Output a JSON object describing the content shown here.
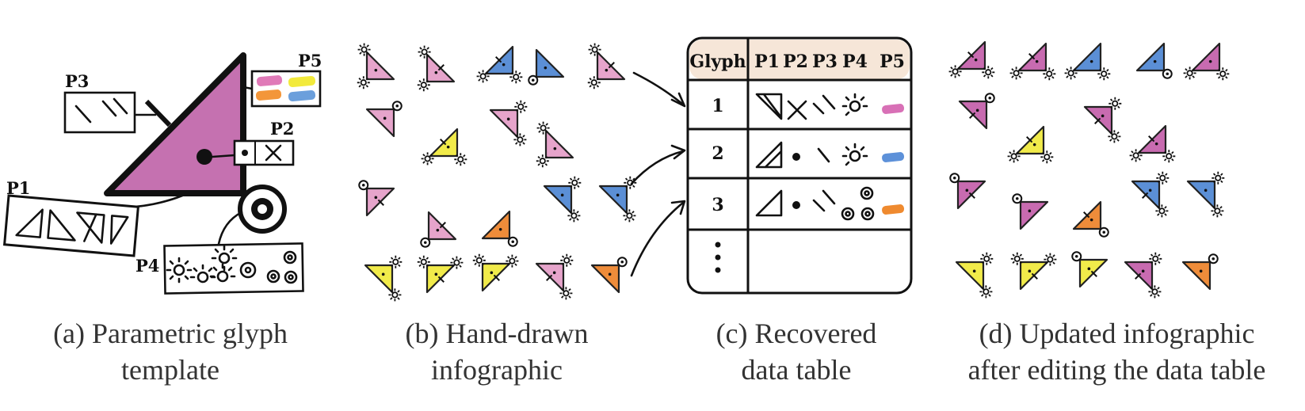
{
  "panel_a": {
    "labels": {
      "p1": "P1",
      "p2": "P2",
      "p3": "P3",
      "p4": "P4",
      "p5": "P5"
    },
    "swatch_colors": [
      "#e07ab8",
      "#f2ea3c",
      "#f3963a",
      "#6b9fdc"
    ],
    "glyph_color": "#c571b0",
    "caption": [
      "(a) Parametric glyph",
      "template"
    ]
  },
  "panel_b": {
    "caption": [
      "(b) Hand-drawn",
      "infographic"
    ]
  },
  "panel_c": {
    "headers": [
      "Glyph",
      "P1",
      "P2",
      "P3",
      "P4",
      "P5"
    ],
    "rows": [
      {
        "glyph": "1",
        "p5_color": "#d870b6"
      },
      {
        "glyph": "2",
        "p5_color": "#5d91d9"
      },
      {
        "glyph": "3",
        "p5_color": "#ef8a2f"
      }
    ],
    "caption": [
      "(c) Recovered",
      "data table"
    ]
  },
  "panel_d": {
    "caption": [
      "(d) Updated infographic",
      "after editing the data table"
    ]
  },
  "colors": {
    "pink": "#e6a4cb",
    "magenta": "#c86bb0",
    "blue": "#5b8fd6",
    "yellow": "#f1eb4a",
    "orange": "#ee8c3a"
  }
}
